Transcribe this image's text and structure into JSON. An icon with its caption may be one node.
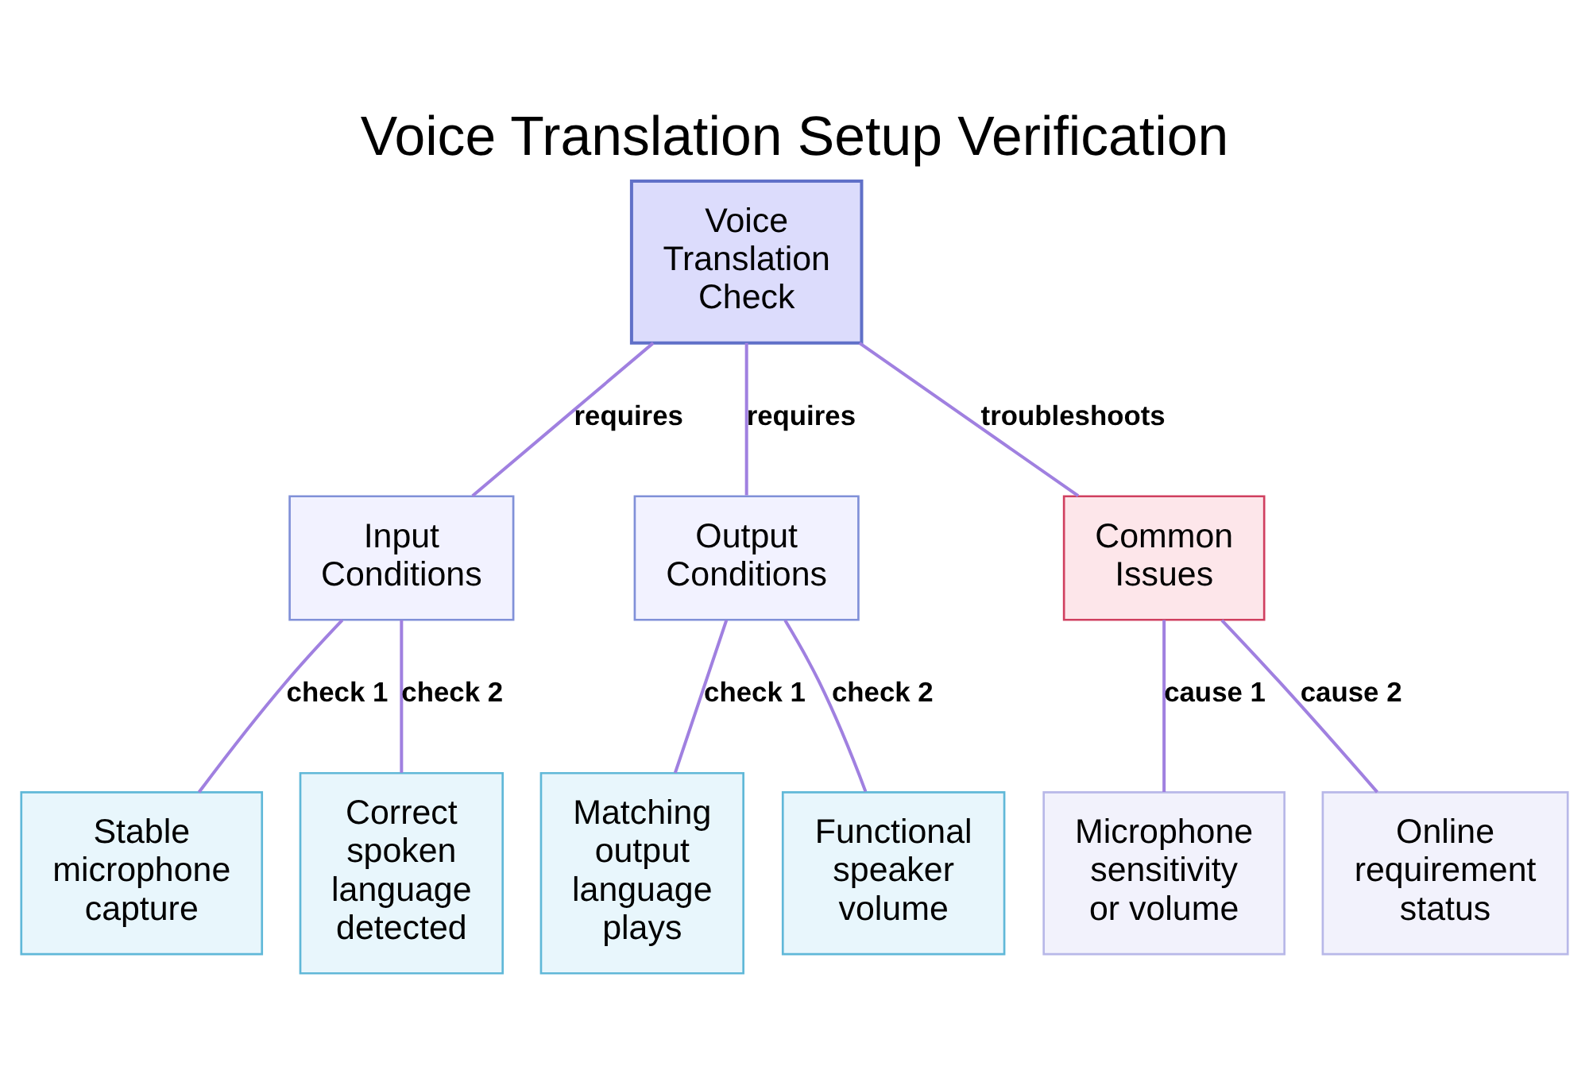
{
  "diagram": {
    "title": "Voice Translation Setup Verification",
    "nodes": [
      {
        "text": [
          "Voice Translation Check"
        ]
      },
      {
        "text": [
          "Input Conditions"
        ]
      },
      {
        "text": [
          "Output Conditions"
        ]
      },
      {
        "text": [
          "Common Issues"
        ]
      },
      {
        "text": [
          "Stable microphone capture"
        ]
      },
      {
        "text": [
          "Correct spoken language detected"
        ]
      },
      {
        "text": [
          "Matching output language plays"
        ]
      },
      {
        "text": [
          "Functional speaker volume"
        ]
      },
      {
        "text": [
          "Microphone sensitivity or volume"
        ]
      },
      {
        "text": [
          "Online requirement status"
        ]
      }
    ],
    "edges": [
      {
        "from": 0,
        "to": 1,
        "arrow": "none",
        "label": "requires"
      },
      {
        "from": 0,
        "to": 2,
        "arrow": "none",
        "label": "requires"
      },
      {
        "from": 0,
        "to": 3,
        "arrow": "none",
        "label": "troubleshoots"
      },
      {
        "from": 1,
        "to": 4,
        "arrow": "none",
        "label": "check 1"
      },
      {
        "from": 1,
        "to": 5,
        "arrow": "none",
        "label": "check 2"
      },
      {
        "from": 2,
        "to": 6,
        "arrow": "none",
        "label": "check 1"
      },
      {
        "from": 2,
        "to": 7,
        "arrow": "none",
        "label": "check 2"
      },
      {
        "from": 3,
        "to": 8,
        "arrow": "none",
        "label": "cause 1"
      },
      {
        "from": 3,
        "to": 9,
        "arrow": "none",
        "label": "cause 2"
      }
    ]
  }
}
